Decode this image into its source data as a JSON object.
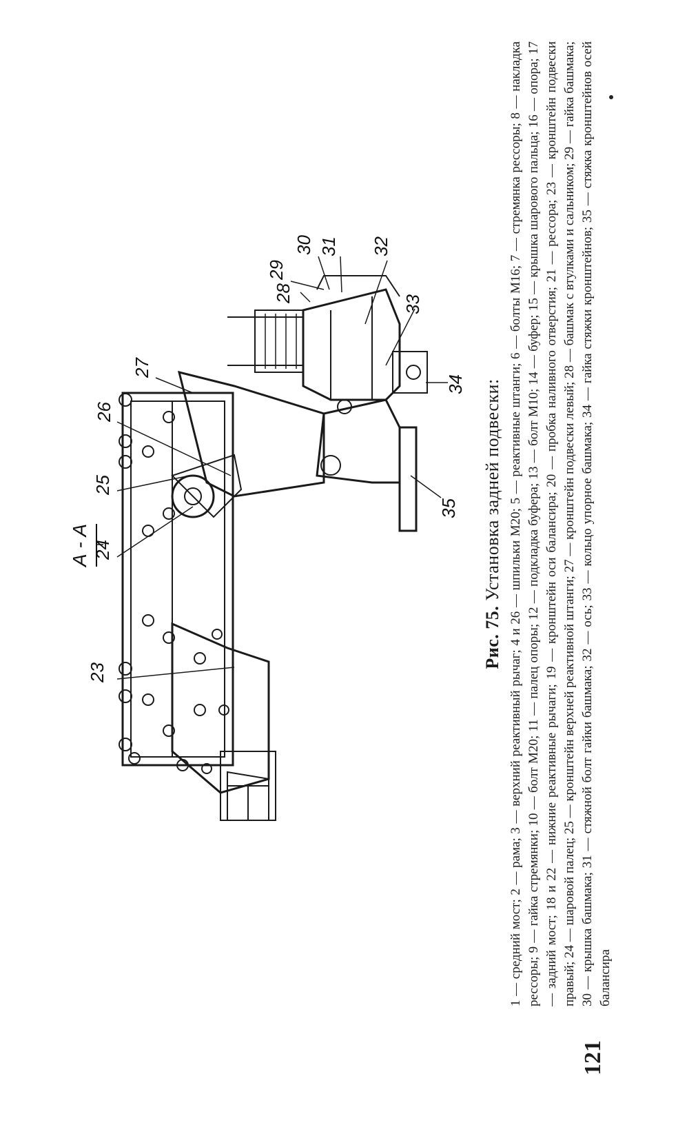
{
  "figure": {
    "section_label": "А - А",
    "callouts": [
      {
        "id": "c23",
        "label": "23"
      },
      {
        "id": "c24",
        "label": "24"
      },
      {
        "id": "c25",
        "label": "25"
      },
      {
        "id": "c26",
        "label": "26"
      },
      {
        "id": "c27",
        "label": "27"
      },
      {
        "id": "c28",
        "label": "28"
      },
      {
        "id": "c29",
        "label": "29"
      },
      {
        "id": "c30",
        "label": "30"
      },
      {
        "id": "c31",
        "label": "31"
      },
      {
        "id": "c32",
        "label": "32"
      },
      {
        "id": "c33",
        "label": "33"
      },
      {
        "id": "c34",
        "label": "34"
      },
      {
        "id": "c35",
        "label": "35"
      }
    ]
  },
  "caption": {
    "figure_number": "Рис. 75.",
    "title": "Установка задней подвески:",
    "text": "1 — средний мост; 2 — рама; 3 — верхний реактивный рычаг; 4 и 26 — шпильки М20; 5 — реактивные штанги; 6 — болты М16; 7 — стремянка рессоры; 8 — накладка рессоры; 9 — гайка стремянки; 10 — болт М20; 11 — палец опоры; 12 — подкладка буфера; 13 — болт М10; 14 — буфер; 15 — крышка шарового пальца; 16 — опора; 17 — задний мост; 18 и 22 — нижние реактивные рычаги; 19 — кронштейн оси балансира; 20 — пробка наливного отверстия; 21 — рессора; 23 — кронштейн подвески правый; 24 — шаровой палец; 25 — кронштейн верхней реактивной штанги; 27 — кронштейн подвески левый; 28 — башмак с втулками и сальником; 29 — гайка башмака; 30 — крышка башмака; 31 — стяжной болт гайки башмака; 32 — ось; 33 — кольцо упорное башмака; 34 — гайка стяжки кронштейнов; 35 — стяжка кронштейнов осей балансира"
  },
  "page_number": "121"
}
